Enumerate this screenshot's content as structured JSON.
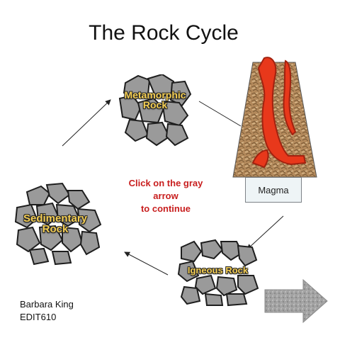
{
  "title": "The Rock Cycle",
  "rocks": {
    "metamorphic": {
      "label_line1": "Metamorphic",
      "label_line2": "Rock"
    },
    "sedimentary": {
      "label_line1": "Sedimentary",
      "label_line2": "Rock"
    },
    "igneous": {
      "label": "Igneous Rock"
    }
  },
  "volcano": {
    "magma_label": "Magma"
  },
  "instruction": {
    "line1": "Click on the gray",
    "line2": "arrow",
    "line3": "to continue"
  },
  "credit": {
    "name": "Barbara King",
    "course": "EDIT610"
  },
  "colors": {
    "rock_fill": "#9a9a9a",
    "rock_outline": "#1e1e1e",
    "label_text": "#f3cd52",
    "lava": "#e8381b",
    "volcano_rock": "#b48a5c",
    "instruction_text": "#c81e1e",
    "next_arrow": "#a2a2a2"
  },
  "next_arrow": {
    "icon": "right-arrow-icon"
  }
}
